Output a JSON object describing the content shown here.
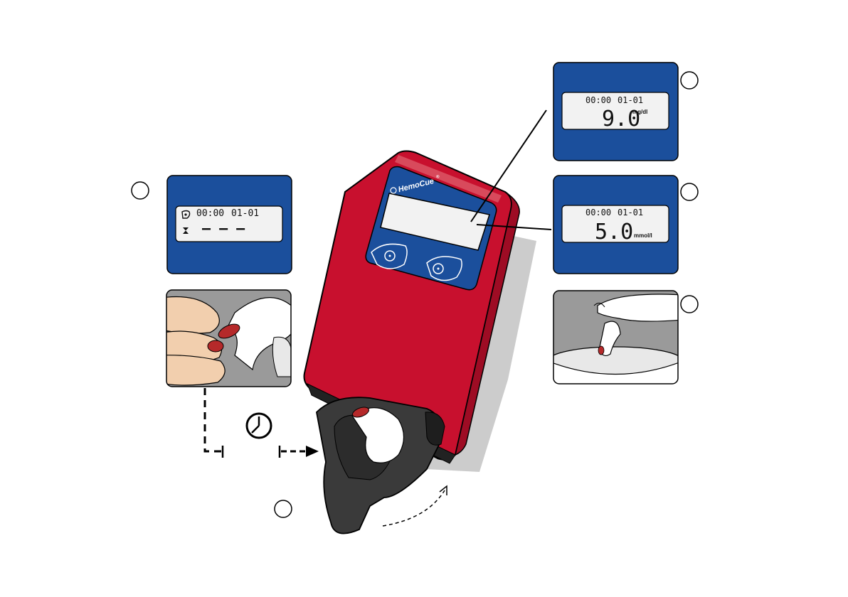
{
  "device": {
    "brand": "HemoCue",
    "brand_mark": "®"
  },
  "display_left": {
    "time": "00:00",
    "date": "01-01",
    "result": "– – –",
    "icons": [
      "cuvette-icon",
      "hourglass-icon"
    ]
  },
  "display_mgdl": {
    "time": "00:00",
    "date": "01-01",
    "value": "9.0",
    "unit": "mg/dl"
  },
  "display_mmol": {
    "time": "00:00",
    "date": "01-01",
    "value": "5.0",
    "unit": "mmol/l"
  },
  "step_circles": [
    "",
    "",
    "",
    "",
    ""
  ],
  "icons": [
    "clock-icon",
    "cuvette-icon",
    "hourglass-icon",
    "arrow-icon"
  ],
  "colors": {
    "device_red": "#c8102e",
    "display_blue": "#1b4f9c",
    "lcd_bg": "#f2f2f2",
    "holder_dark": "#3a3a3a",
    "blood": "#b5292a",
    "skin": "#f2cfae"
  }
}
